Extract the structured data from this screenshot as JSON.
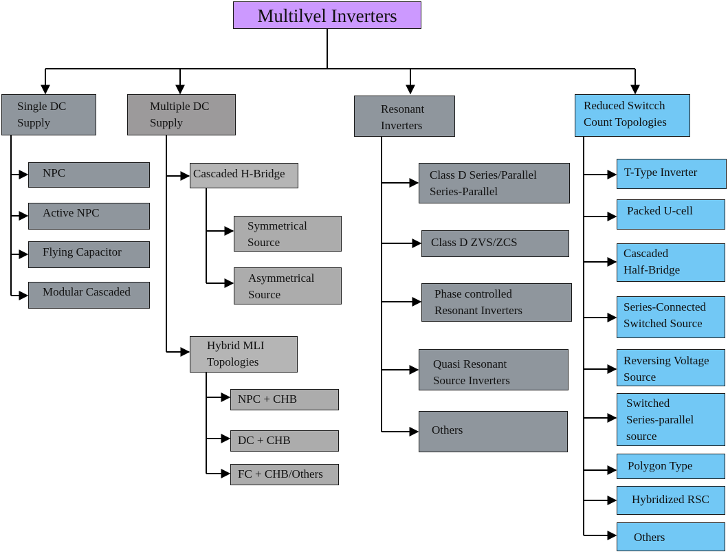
{
  "title": "Multilvel  Inverters",
  "categories": {
    "single_dc": {
      "label": [
        "Single DC",
        "Supply"
      ],
      "items": [
        "NPC",
        "Active NPC",
        "Flying Capacitor",
        "Modular Cascaded"
      ]
    },
    "multiple_dc": {
      "label": [
        "Multiple DC",
        "Supply"
      ],
      "cascaded": {
        "label": "Cascaded H-Bridge",
        "items": [
          [
            "Symmetrical",
            "Source"
          ],
          [
            "Asymmetrical",
            "Source"
          ]
        ]
      },
      "hybrid": {
        "label": [
          "Hybrid MLI",
          "Topologies"
        ],
        "items": [
          "NPC + CHB",
          "DC + CHB",
          "FC + CHB/Others"
        ]
      }
    },
    "resonant": {
      "label": [
        "Resonant",
        "Inverters"
      ],
      "items": [
        [
          "Class D Series/Parallel",
          "Series-Parallel"
        ],
        [
          "Class D ZVS/ZCS"
        ],
        [
          "Phase controlled",
          "Resonant Inverters"
        ],
        [
          "Quasi Resonant",
          "Source Inverters"
        ],
        [
          "Others"
        ]
      ]
    },
    "reduced": {
      "label": [
        "Reduced Switcch",
        "Count Topologies"
      ],
      "items": [
        [
          "T-Type  Inverter"
        ],
        [
          "Packed U-cell"
        ],
        [
          "Cascaded",
          "Half-Bridge"
        ],
        [
          "Series-Connected",
          "Switched Source"
        ],
        [
          "Reversing Voltage",
          "Source"
        ],
        [
          "Switched",
          "Series-parallel",
          "source"
        ],
        [
          "Polygon Type"
        ],
        [
          "Hybridized RSC"
        ],
        [
          "Others"
        ]
      ]
    }
  }
}
